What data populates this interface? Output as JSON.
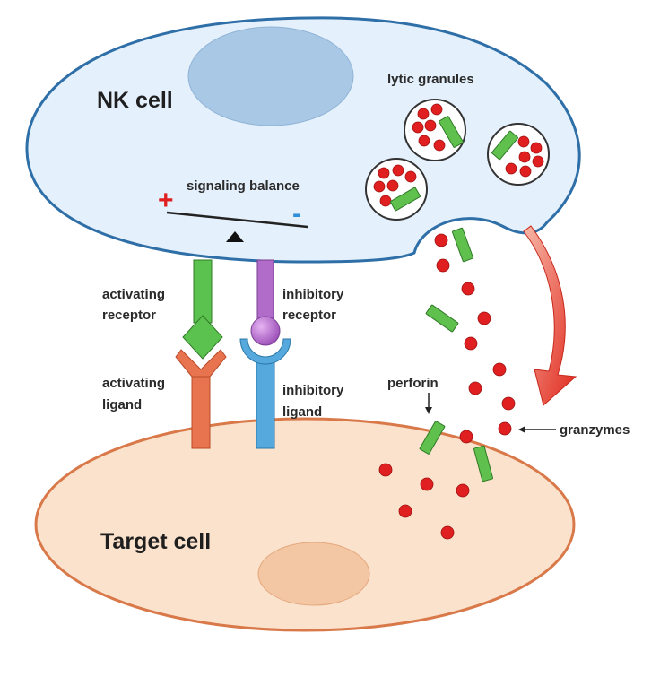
{
  "diagram": {
    "nk_cell": {
      "label": "NK cell"
    },
    "target_cell": {
      "label": "Target cell"
    },
    "lytic_granules": {
      "label": "lytic granules"
    },
    "signaling": {
      "label": "signaling balance",
      "plus": "+",
      "minus": "-"
    },
    "activating_receptor": {
      "line1": "activating",
      "line2": "receptor"
    },
    "activating_ligand": {
      "line1": "activating",
      "line2": "ligand"
    },
    "inhibitory_receptor": {
      "line1": "inhibitory",
      "line2": "receptor"
    },
    "inhibitory_ligand": {
      "line1": "inhibitory",
      "line2": "ligand"
    },
    "perforin": {
      "label": "perforin"
    },
    "granzymes": {
      "label": "granzymes"
    },
    "colors": {
      "nk_cell_fill": "#e4f0fb",
      "nk_cell_stroke": "#2f6fa8",
      "nucleus_fill": "#a9c8e6",
      "target_cell_fill": "#fbe2cc",
      "target_cell_stroke": "#d9794a",
      "target_nucleus_fill": "#f3c6a4",
      "activating_receptor": "#5cc24f",
      "activating_ligand": "#e8734f",
      "inhibitory_receptor": "#b06cc8",
      "inhibitory_ligand": "#55a9dd",
      "granzyme": "#e02020",
      "perforin": "#5fc04e",
      "arrow": "#e23b2a"
    }
  }
}
